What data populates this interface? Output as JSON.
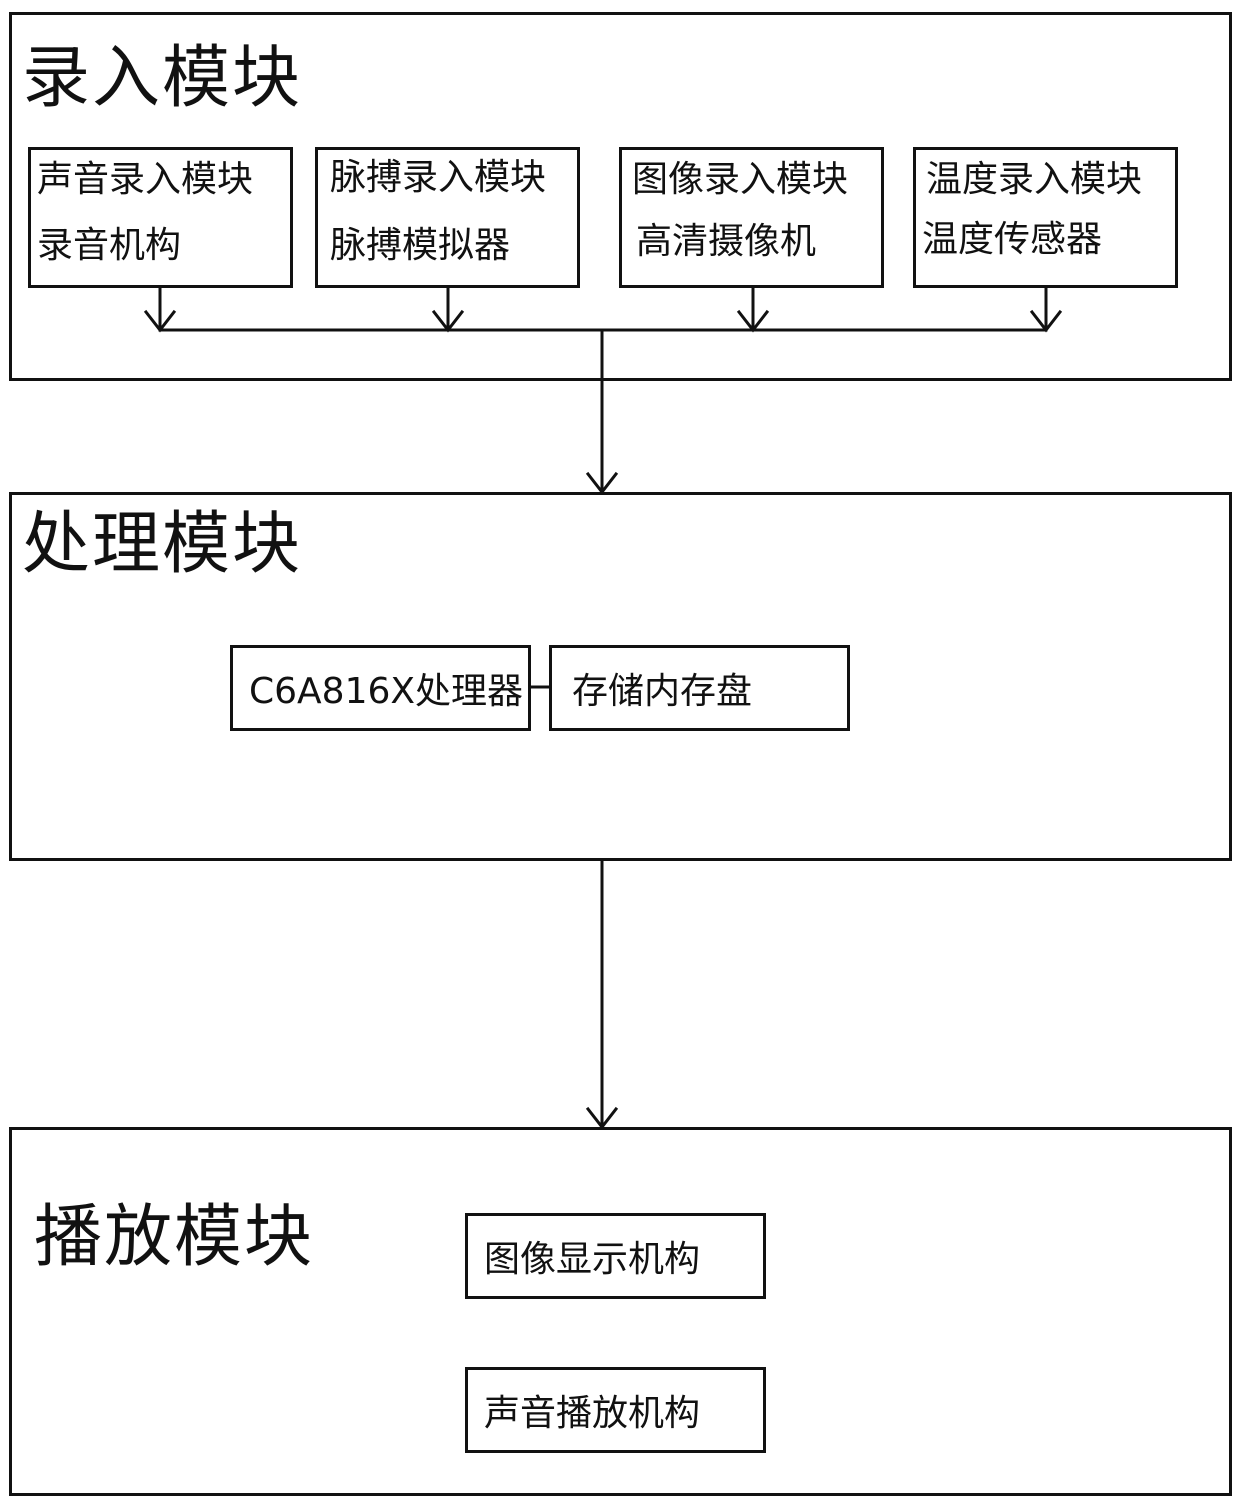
{
  "input_module": {
    "title": "录入模块",
    "submodules": [
      {
        "name": "声音录入模块",
        "device": "录音机构"
      },
      {
        "name": "脉搏录入模块",
        "device": "脉搏模拟器"
      },
      {
        "name": "图像录入模块",
        "device": "高清摄像机"
      },
      {
        "name": "温度录入模块",
        "device": "温度传感器"
      }
    ]
  },
  "processing_module": {
    "title": "处理模块",
    "processor": "C6A816X处理器",
    "storage": "存储内存盘"
  },
  "playback_module": {
    "title": "播放模块",
    "image_display": "图像显示机构",
    "sound_playback": "声音播放机构"
  }
}
